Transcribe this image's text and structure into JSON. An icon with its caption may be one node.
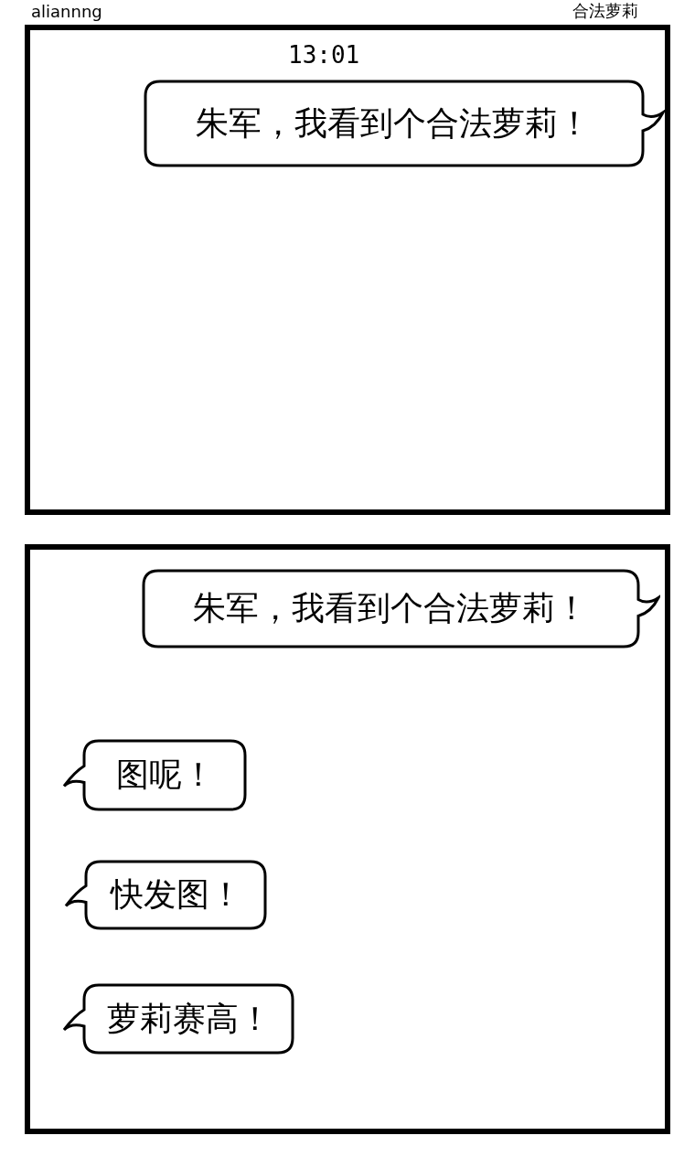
{
  "diagram": {
    "nodes": [
      {
        "text": [
          "13:01"
        ]
      },
      {
        "text": [
          "朱军，我看到个合法萝莉！"
        ],
        "in": 0
      },
      {
        "text": [],
        "shape": "box"
      },
      {
        "text": [
          "朱军，我看到个合法萝莉！"
        ],
        "in": 2
      },
      {
        "text": [
          "图呢！"
        ],
        "in": 2
      },
      {
        "text": [
          "快发图！"
        ],
        "in": 2
      },
      {
        "text": [
          "萝莉赛高！"
        ],
        "in": 2
      }
    ],
    "edges": [],
    "labels": [
      "aliannng",
      "合法萝莉"
    ]
  }
}
